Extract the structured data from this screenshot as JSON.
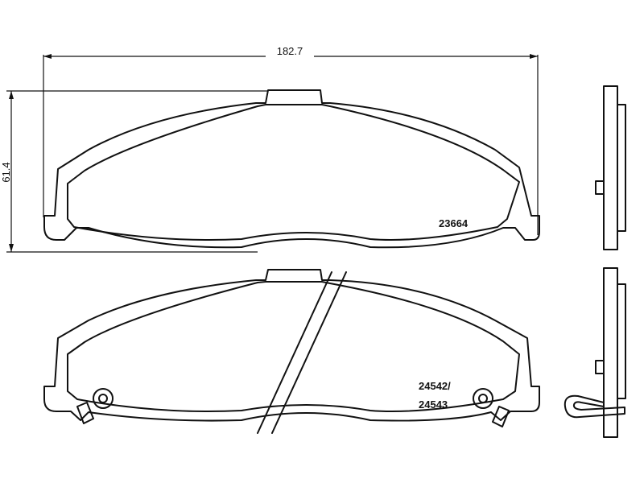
{
  "dimensions": {
    "width_label": "182.7",
    "height_label": "61.4"
  },
  "parts": {
    "top_pad_number": "23664",
    "bottom_pad_number_line1": "24542/",
    "bottom_pad_number_line2": "24543"
  },
  "colors": {
    "line": "#111111",
    "background": "#ffffff"
  }
}
